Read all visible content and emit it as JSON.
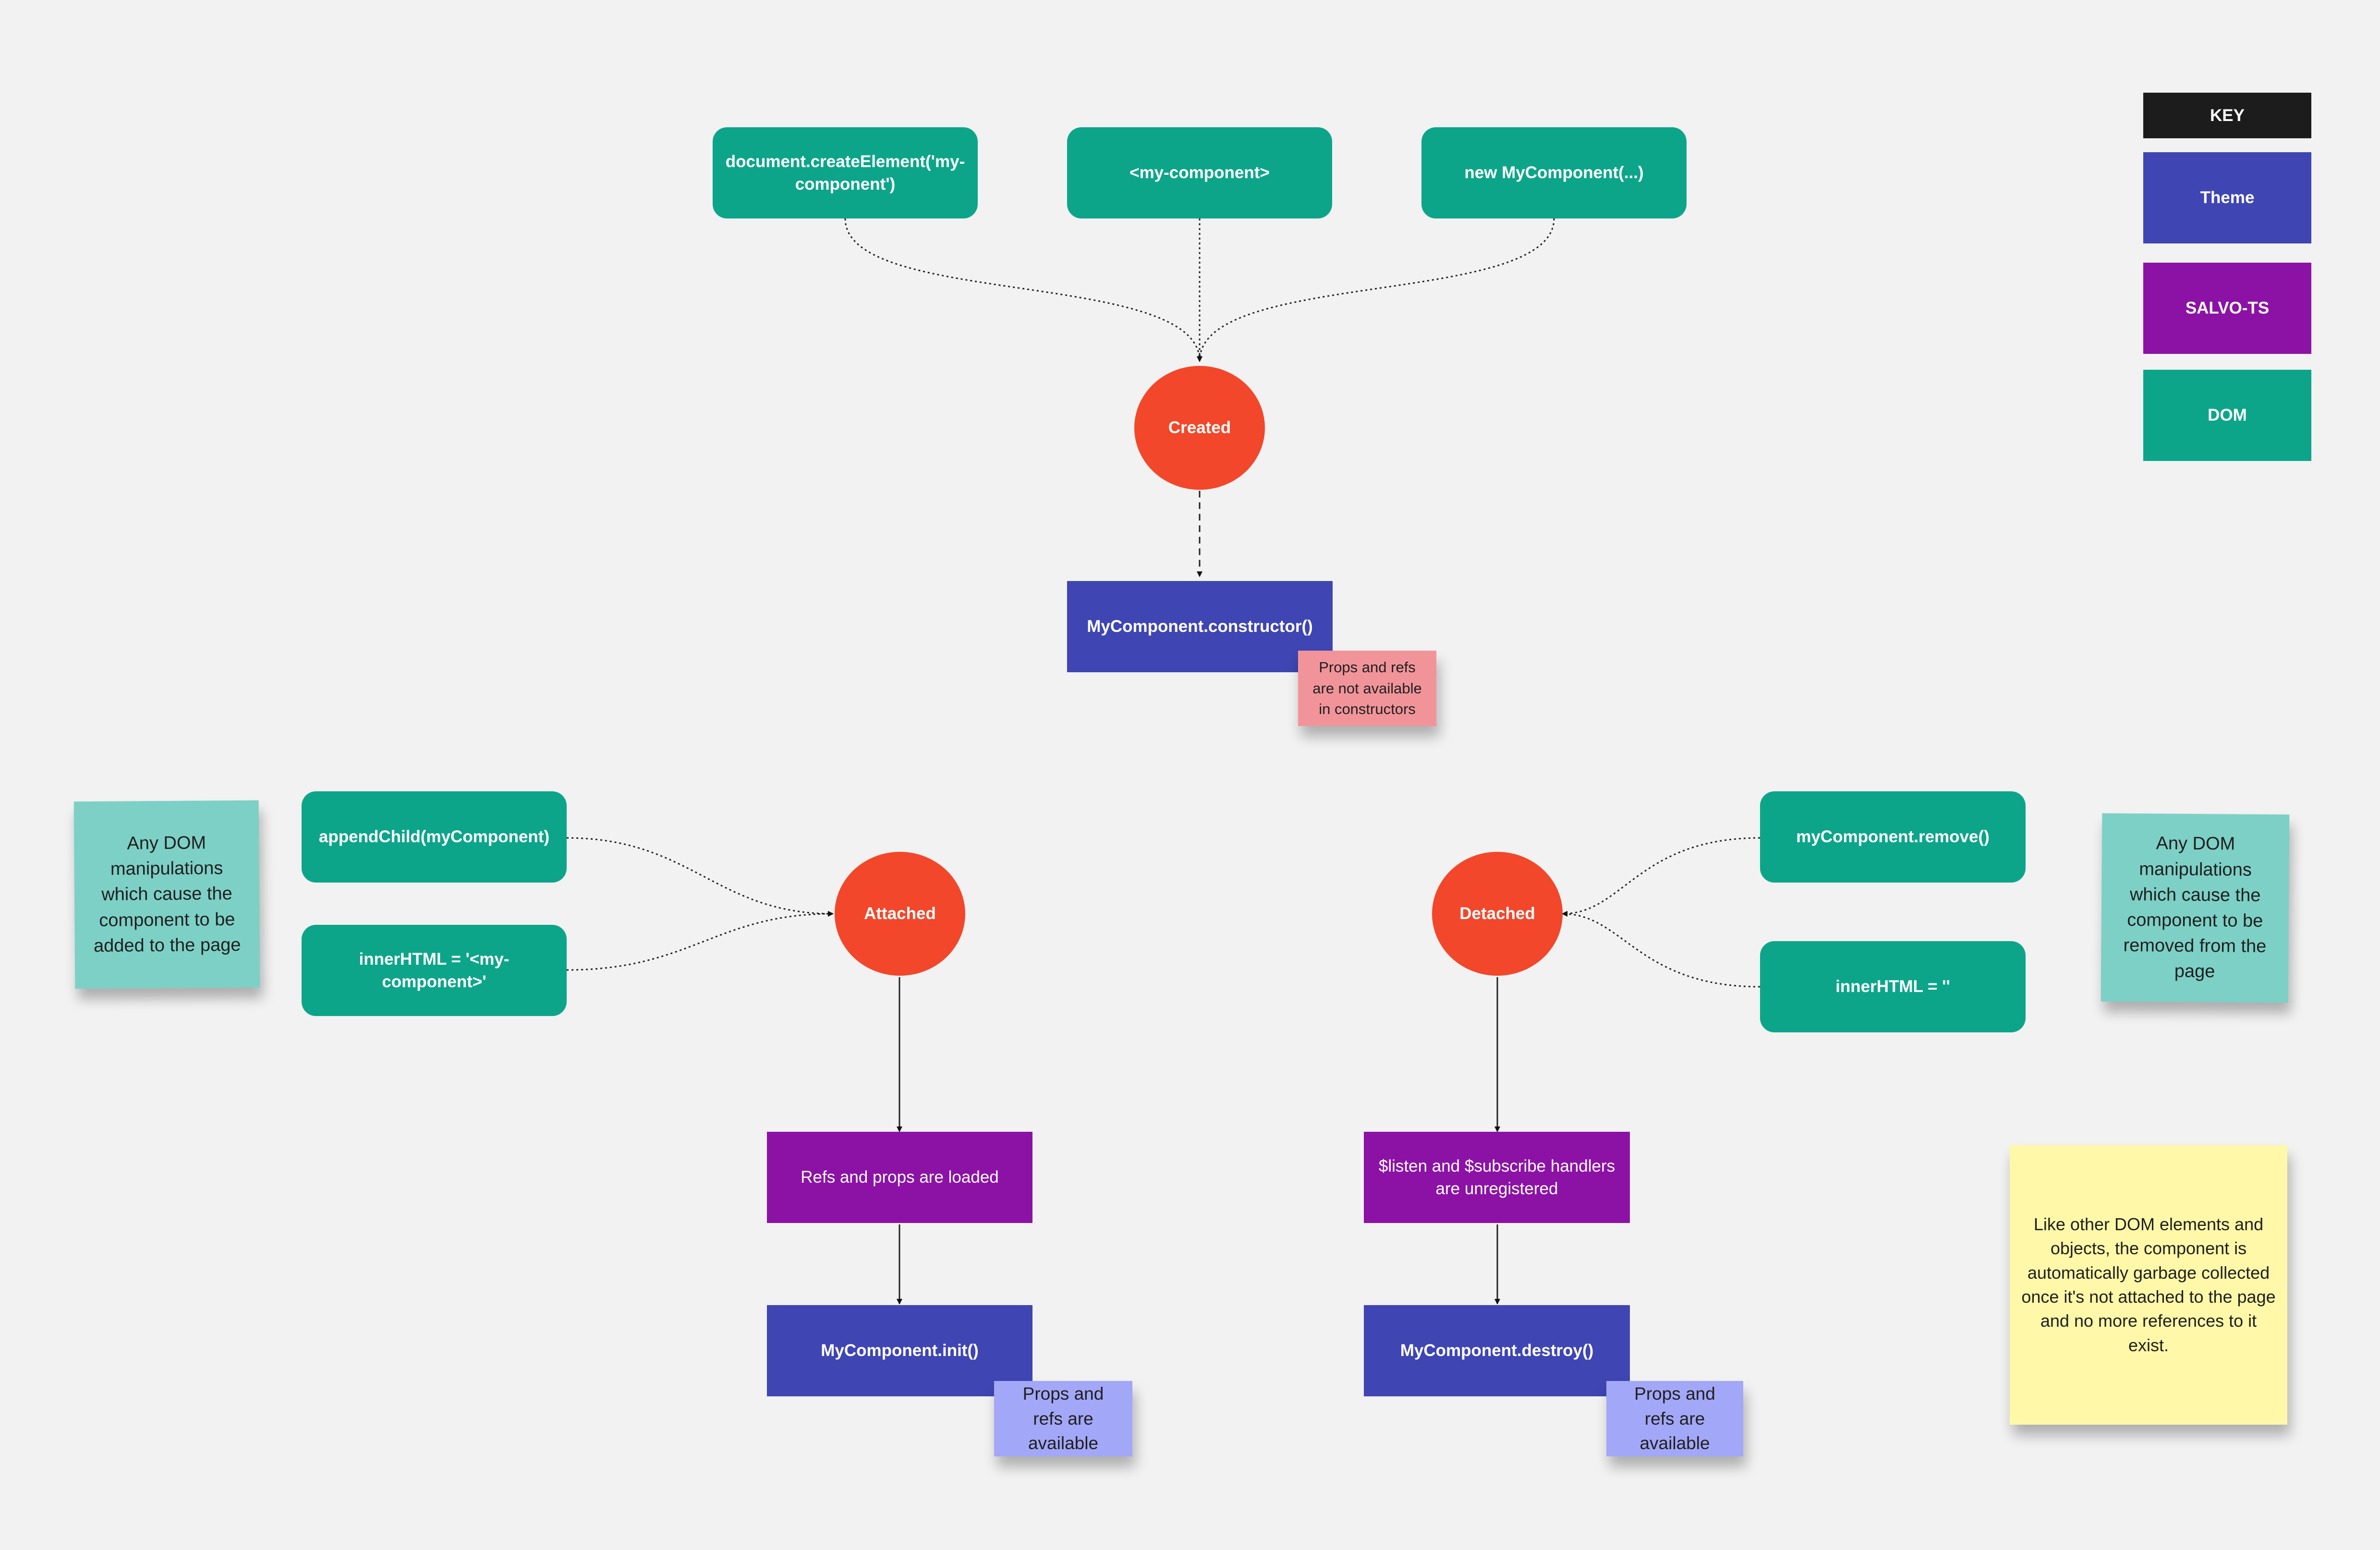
{
  "key": {
    "title": "KEY",
    "items": [
      {
        "label": "Theme",
        "color": "#3f45b2"
      },
      {
        "label": "SALVO-TS",
        "color": "#8c12a6"
      },
      {
        "label": "DOM",
        "color": "#0da58a"
      }
    ]
  },
  "triggers": {
    "create_element": "document.createElement('my-component')",
    "tag": "<my-component>",
    "new_instance": "new MyComponent(...)",
    "append_child": "appendChild(myComponent)",
    "inner_html_attach": "innerHTML = '<my-component>'",
    "remove": "myComponent.remove()",
    "inner_html_detach": "innerHTML = ''"
  },
  "states": {
    "created": "Created",
    "attached": "Attached",
    "detached": "Detached"
  },
  "steps": {
    "constructor": "MyComponent.constructor()",
    "refs_loaded": "Refs and props are loaded",
    "init": "MyComponent.init()",
    "handlers_unregistered": "$listen and $subscribe handlers are unregistered",
    "destroy": "MyComponent.destroy()"
  },
  "notes": {
    "constructor_note": "Props and refs are not available in constructors",
    "init_note": "Props and refs are available",
    "destroy_note": "Props and refs are available",
    "attach_note": "Any DOM manipulations which cause the component to be added to the page",
    "detach_note": "Any DOM manipulations which cause the component to be removed from the page",
    "gc_note": "Like other DOM elements and objects, the component is automatically garbage collected once it's not attached to the page and no more references to it exist."
  }
}
